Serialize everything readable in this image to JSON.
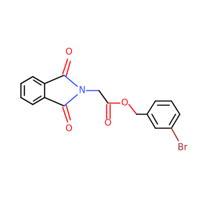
{
  "molecule": {
    "atoms": {
      "o_top": {
        "label": "O",
        "color": "#ff0d0d"
      },
      "o_bottom": {
        "label": "O",
        "color": "#ff0d0d"
      },
      "n_imide": {
        "label": "N",
        "color": "#3050f8"
      },
      "o_carbonyl": {
        "label": "O",
        "color": "#ff0d0d"
      },
      "o_ester": {
        "label": "O",
        "color": "#ff0d0d"
      },
      "br": {
        "label": "Br",
        "color": "#a62929"
      }
    },
    "bond_color": "#000000"
  }
}
